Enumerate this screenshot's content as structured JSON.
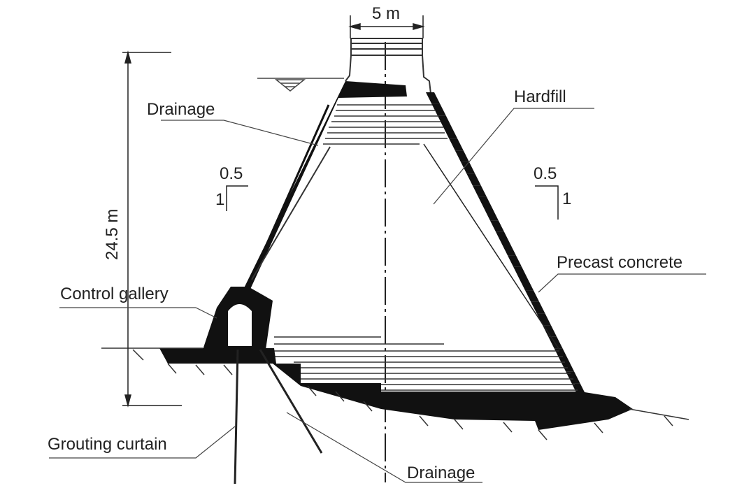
{
  "diagram": {
    "crest_width": "5 m",
    "height": "24.5 m",
    "labels": {
      "hardfill": "Hardfill",
      "drainage_upper": "Drainage",
      "precast_concrete": "Precast concrete",
      "control_gallery": "Control gallery",
      "grouting_curtain": "Grouting curtain",
      "drainage_lower": "Drainage"
    },
    "slope_upstream": {
      "horizontal": "0.5",
      "vertical": "1"
    },
    "slope_downstream": {
      "horizontal": "0.5",
      "vertical": "1"
    }
  }
}
